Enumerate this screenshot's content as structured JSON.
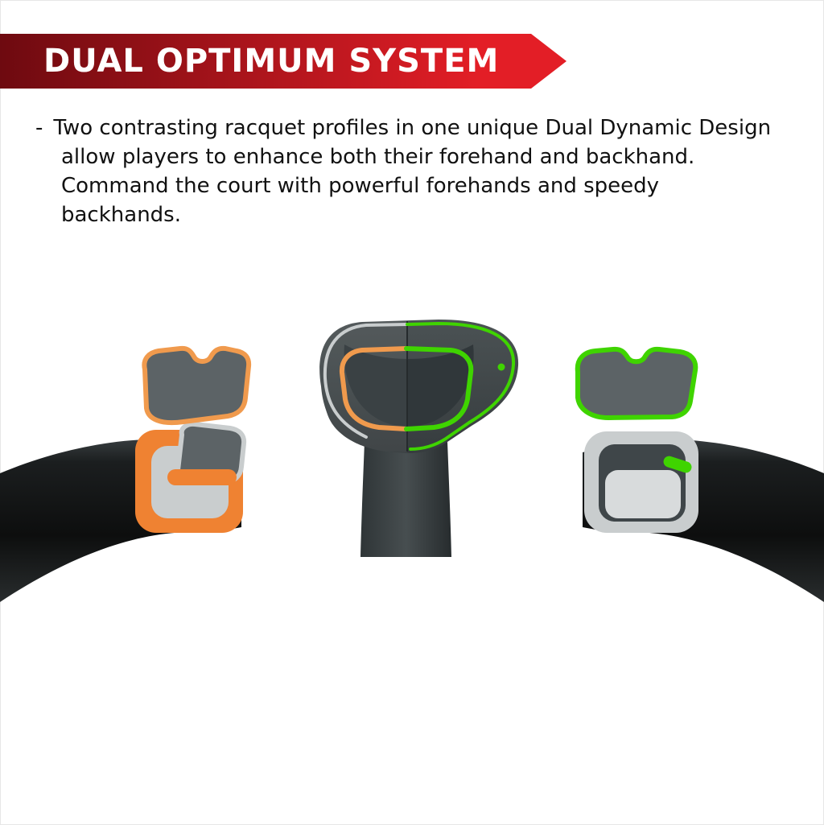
{
  "banner": {
    "title": "DUAL OPTIMUM SYSTEM"
  },
  "description": {
    "bullet": "-",
    "text": "Two contrasting racquet profiles in one unique Dual Dynamic Design allow players to enhance both their forehand and backhand. Command the court with powerful forehands and speedy backhands."
  },
  "diagram": {
    "type": "racquet-frame-cross-section-illustration",
    "left_section": "forehand-profile-orange",
    "center_section": "dual-profile-t-joint-split-orange-green",
    "right_section": "backhand-profile-green"
  },
  "colors": {
    "banner-red-dark": "#6E0A10",
    "banner-red-bright": "#E31E26",
    "text-black": "#111111",
    "accent-orange": "#EF8232",
    "outline-orange": "#F09A4D",
    "accent-green": "#3FD400",
    "frame-charcoal": "#3F4649",
    "profile-grey": "#5C6366",
    "cross-section-grey": "#C9CDCE",
    "tube-black": "#141617",
    "background": "#FFFFFF"
  }
}
